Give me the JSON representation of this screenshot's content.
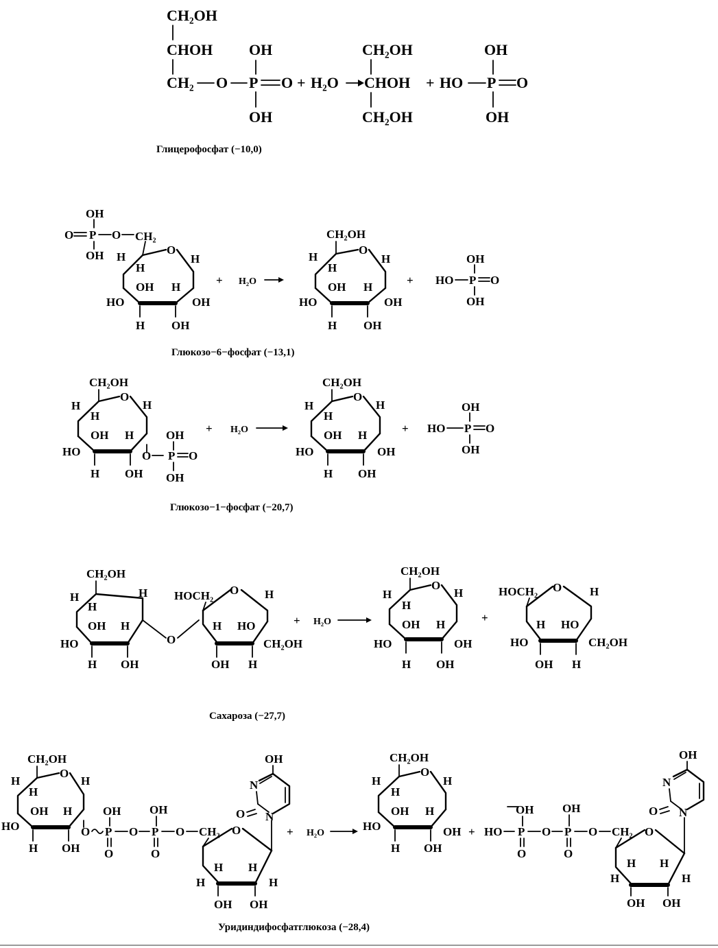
{
  "reactions": [
    {
      "caption": "Глицерофосфат  (−10,0)",
      "labels": {
        "ch2oh": "CH₂OH",
        "choh": "CHOH",
        "ch2": "CH₂",
        "oh": "OH",
        "h2o": "H₂O",
        "ho": "HO"
      }
    },
    {
      "caption": "Глюкозо−6−фосфат  (−13,1)"
    },
    {
      "caption": "Глюкозо−1−фосфат  (−20,7)"
    },
    {
      "caption": "Сахароза  (−27,7)"
    },
    {
      "caption": "Уридиндифосфатглюкоза  (−28,4)"
    }
  ],
  "atoms": {
    "h": "H",
    "oh": "OH",
    "ho": "HO",
    "o": "O",
    "p": "P",
    "n": "N",
    "ch2oh": "CH₂OH",
    "hoch2": "HOCH₂",
    "ch2": "CH₂",
    "h2o": "H₂O"
  },
  "operators": {
    "plus": "+"
  }
}
